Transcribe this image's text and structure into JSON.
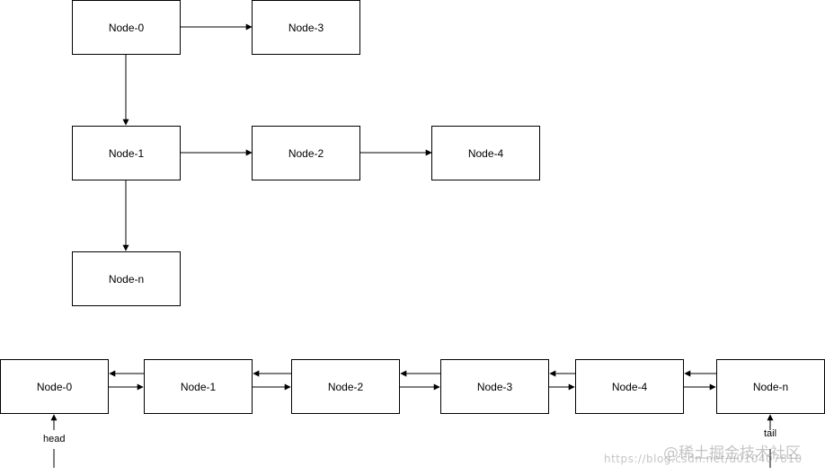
{
  "tree": {
    "nodes": [
      "Node-0",
      "Node-3",
      "Node-1",
      "Node-2",
      "Node-4",
      "Node-n"
    ]
  },
  "list": {
    "nodes": [
      "Node-0",
      "Node-1",
      "Node-2",
      "Node-3",
      "Node-4",
      "Node-n"
    ],
    "head_label": "head",
    "tail_label": "tail"
  },
  "watermark": {
    "text": "@稀土掘金技术社区",
    "url_text": "https://blog.csdn.net/u010407810"
  }
}
